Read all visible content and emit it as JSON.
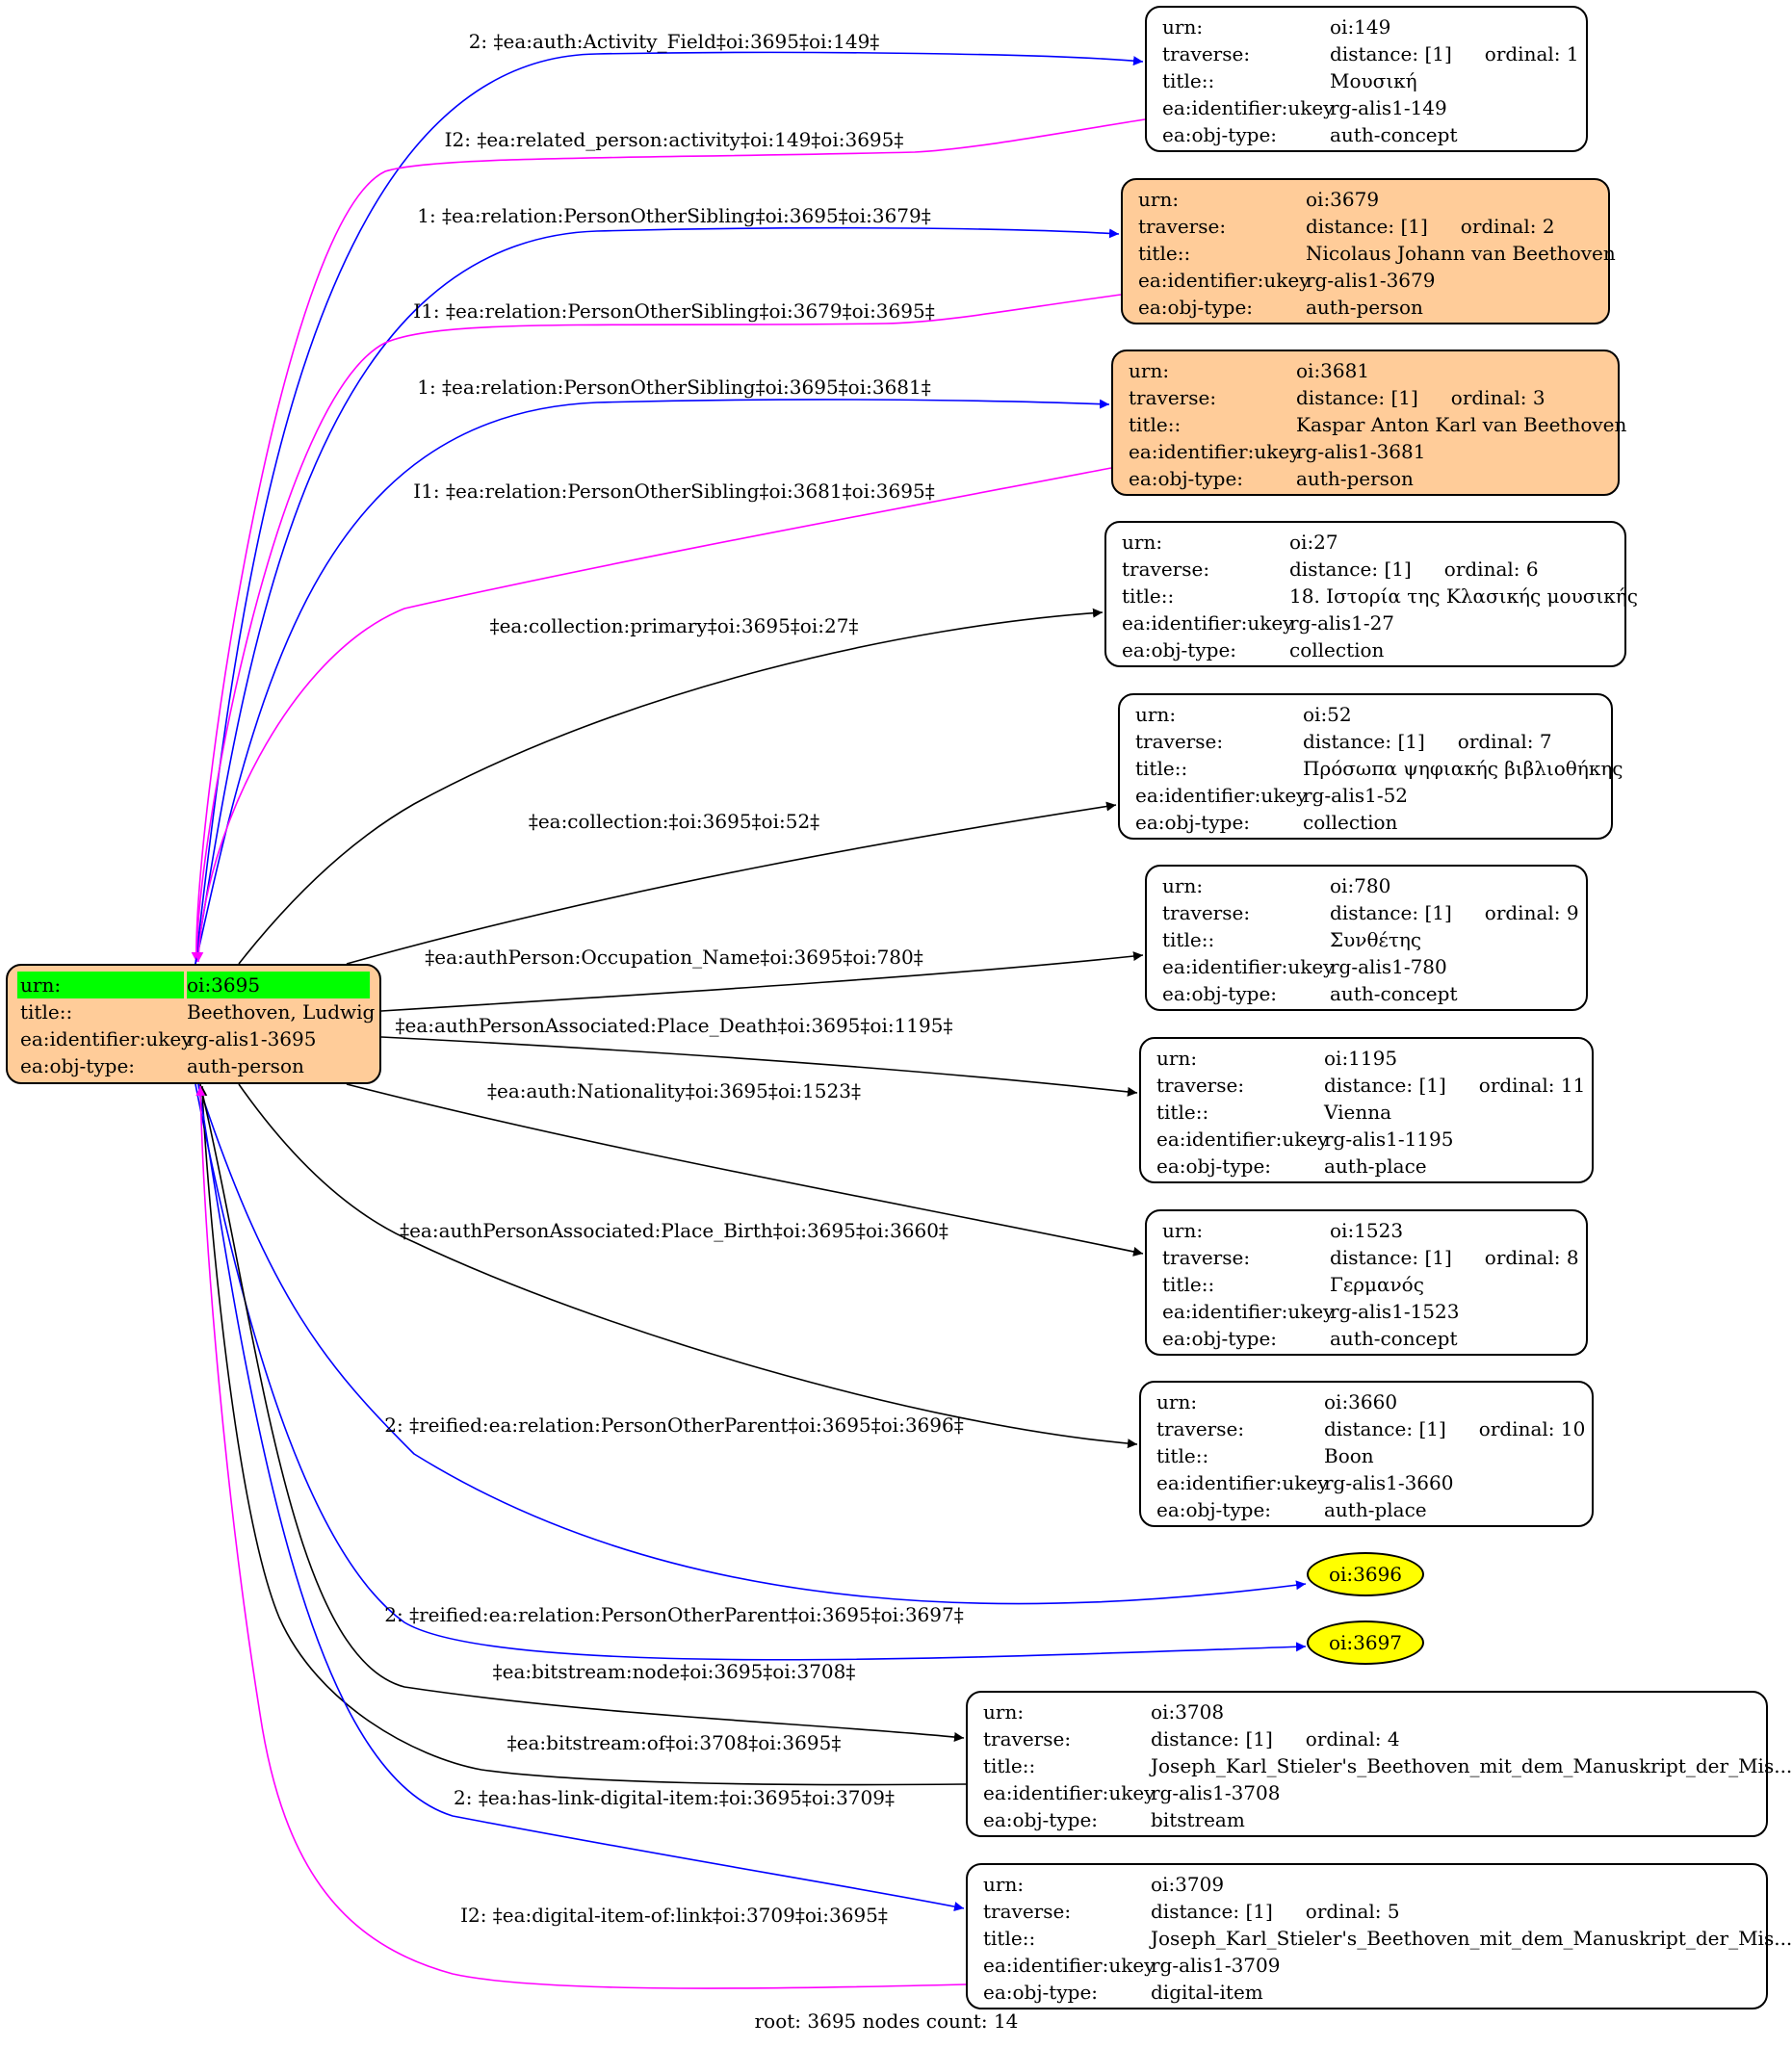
{
  "root": {
    "urn_key": "urn:",
    "urn": "oi:3695",
    "title_key": "title::",
    "title": "Beethoven, Ludwig",
    "ukey_key": "ea:identifier:ukey",
    "ukey": "rg-alis1-3695",
    "type_key": "ea:obj-type:",
    "type": "auth-person"
  },
  "nodes": [
    {
      "urn": "oi:149",
      "distance": "distance: [1]",
      "ordinal": "ordinal: 1",
      "title": "Μουσική",
      "ukey": "rg-alis1-149",
      "type": "auth-concept",
      "person": false
    },
    {
      "urn": "oi:3679",
      "distance": "distance: [1]",
      "ordinal": "ordinal: 2",
      "title": "Nicolaus Johann van Beethoven",
      "ukey": "rg-alis1-3679",
      "type": "auth-person",
      "person": true
    },
    {
      "urn": "oi:3681",
      "distance": "distance: [1]",
      "ordinal": "ordinal: 3",
      "title": "Kaspar Anton Karl van Beethoven",
      "ukey": "rg-alis1-3681",
      "type": "auth-person",
      "person": true
    },
    {
      "urn": "oi:27",
      "distance": "distance: [1]",
      "ordinal": "ordinal: 6",
      "title": "18. Ιστορία της Κλασικής μουσικής",
      "ukey": "rg-alis1-27",
      "type": "collection",
      "person": false
    },
    {
      "urn": "oi:52",
      "distance": "distance: [1]",
      "ordinal": "ordinal: 7",
      "title": "Πρόσωπα ψηφιακής βιβλιοθήκης",
      "ukey": "rg-alis1-52",
      "type": "collection",
      "person": false
    },
    {
      "urn": "oi:780",
      "distance": "distance: [1]",
      "ordinal": "ordinal: 9",
      "title": "Συνθέτης",
      "ukey": "rg-alis1-780",
      "type": "auth-concept",
      "person": false
    },
    {
      "urn": "oi:1195",
      "distance": "distance: [1]",
      "ordinal": "ordinal: 11",
      "title": "Vienna",
      "ukey": "rg-alis1-1195",
      "type": "auth-place",
      "person": false
    },
    {
      "urn": "oi:1523",
      "distance": "distance: [1]",
      "ordinal": "ordinal: 8",
      "title": "Γερμανός",
      "ukey": "rg-alis1-1523",
      "type": "auth-concept",
      "person": false
    },
    {
      "urn": "oi:3660",
      "distance": "distance: [1]",
      "ordinal": "ordinal: 10",
      "title": "Boon",
      "ukey": "rg-alis1-3660",
      "type": "auth-place",
      "person": false
    },
    {
      "urn": "oi:3708",
      "distance": "distance: [1]",
      "ordinal": "ordinal: 4",
      "title": "Joseph_Karl_Stieler's_Beethoven_mit_dem_Manuskript_der_Mis...",
      "ukey": "rg-alis1-3708",
      "type": "bitstream",
      "person": false
    },
    {
      "urn": "oi:3709",
      "distance": "distance: [1]",
      "ordinal": "ordinal: 5",
      "title": "Joseph_Karl_Stieler's_Beethoven_mit_dem_Manuskript_der_Mis...",
      "ukey": "rg-alis1-3709",
      "type": "digital-item",
      "person": false
    }
  ],
  "row_keys": {
    "urn": "urn:",
    "traverse": "traverse:",
    "title": "title::",
    "ukey": "ea:identifier:ukey",
    "type": "ea:obj-type:"
  },
  "ellipses": [
    "oi:3696",
    "oi:3697"
  ],
  "edge_labels": [
    "2: ‡ea:auth:Activity_Field‡oi:3695‡oi:149‡",
    "I2: ‡ea:related_person:activity‡oi:149‡oi:3695‡",
    "1: ‡ea:relation:PersonOtherSibling‡oi:3695‡oi:3679‡",
    "I1: ‡ea:relation:PersonOtherSibling‡oi:3679‡oi:3695‡",
    "1: ‡ea:relation:PersonOtherSibling‡oi:3695‡oi:3681‡",
    "I1: ‡ea:relation:PersonOtherSibling‡oi:3681‡oi:3695‡",
    "‡ea:collection:primary‡oi:3695‡oi:27‡",
    "‡ea:collection:‡oi:3695‡oi:52‡",
    "‡ea:authPerson:Occupation_Name‡oi:3695‡oi:780‡",
    "‡ea:authPersonAssociated:Place_Death‡oi:3695‡oi:1195‡",
    "‡ea:auth:Nationality‡oi:3695‡oi:1523‡",
    "‡ea:authPersonAssociated:Place_Birth‡oi:3695‡oi:3660‡",
    "2: ‡reified:ea:relation:PersonOtherParent‡oi:3695‡oi:3696‡",
    "2: ‡reified:ea:relation:PersonOtherParent‡oi:3695‡oi:3697‡",
    "‡ea:bitstream:node‡oi:3695‡oi:3708‡",
    "‡ea:bitstream:of‡oi:3708‡oi:3695‡",
    "2: ‡ea:has-link-digital-item:‡oi:3695‡oi:3709‡",
    "I2: ‡ea:digital-item-of:link‡oi:3709‡oi:3695‡"
  ],
  "colors": {
    "forward": "#0000ff",
    "inverse": "#ff00ff",
    "plain": "#000000",
    "person": "#ffcc99",
    "highlight": "#00ff00",
    "ellipse": "#ffff00"
  },
  "footer": "root: 3695 nodes count: 14"
}
